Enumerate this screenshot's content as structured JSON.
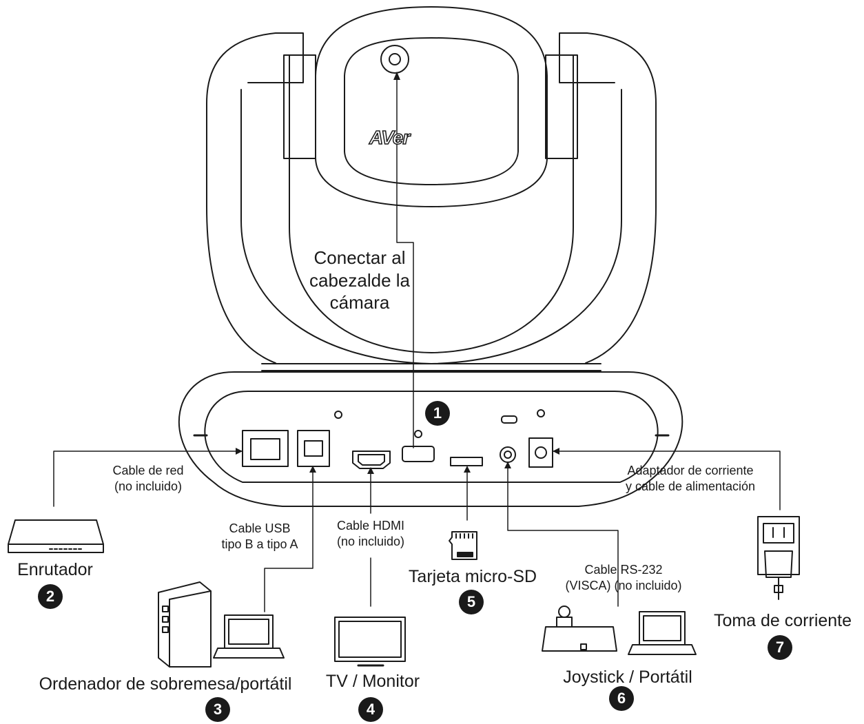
{
  "camera": {
    "brand_logo": "AVer",
    "connect_label": [
      "Conectar al",
      "cabezalde la",
      "cámara"
    ],
    "port_badge": "1"
  },
  "connections": [
    {
      "id": "router",
      "badge": "2",
      "device": "Enrutador",
      "cable": [
        "Cable de red",
        "(no incluido)"
      ],
      "icon": "router-icon"
    },
    {
      "id": "computer",
      "badge": "3",
      "device": "Ordenador de sobremesa/portátil",
      "cable": [
        "Cable USB",
        "tipo B a tipo A"
      ],
      "icon": "desktop-laptop-icon"
    },
    {
      "id": "monitor",
      "badge": "4",
      "device": "TV / Monitor",
      "cable": [
        "Cable HDMI",
        "(no incluido)"
      ],
      "icon": "monitor-icon"
    },
    {
      "id": "sdcard",
      "badge": "5",
      "device": "Tarjeta micro-SD",
      "cable": [],
      "icon": "micro-sd-icon"
    },
    {
      "id": "joystick",
      "badge": "6",
      "device": "Joystick / Portátil",
      "cable": [
        "Cable RS-232",
        "(VISCA) (no incluido)"
      ],
      "icon": "joystick-laptop-icon"
    },
    {
      "id": "power",
      "badge": "7",
      "device": "Toma de corriente",
      "cable": [
        "Adaptador de corriente",
        "y cable de alimentación"
      ],
      "icon": "power-outlet-icon"
    }
  ]
}
